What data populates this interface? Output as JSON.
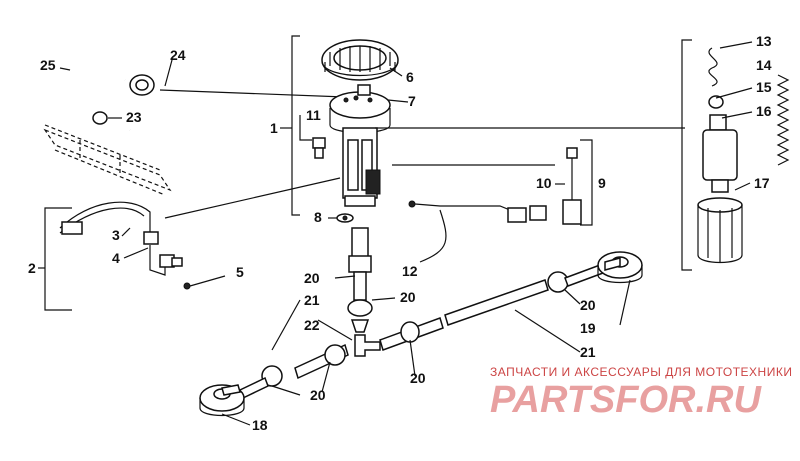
{
  "callouts": [
    {
      "id": "c1",
      "label": "1"
    },
    {
      "id": "c2",
      "label": "2"
    },
    {
      "id": "c3",
      "label": "3"
    },
    {
      "id": "c4",
      "label": "4"
    },
    {
      "id": "c5",
      "label": "5"
    },
    {
      "id": "c6",
      "label": "6"
    },
    {
      "id": "c7",
      "label": "7"
    },
    {
      "id": "c8",
      "label": "8"
    },
    {
      "id": "c9",
      "label": "9"
    },
    {
      "id": "c10",
      "label": "10"
    },
    {
      "id": "c11",
      "label": "11"
    },
    {
      "id": "c12",
      "label": "12"
    },
    {
      "id": "c13",
      "label": "13"
    },
    {
      "id": "c14",
      "label": "14"
    },
    {
      "id": "c15",
      "label": "15"
    },
    {
      "id": "c16",
      "label": "16"
    },
    {
      "id": "c17",
      "label": "17"
    },
    {
      "id": "c18",
      "label": "18"
    },
    {
      "id": "c19",
      "label": "19"
    },
    {
      "id": "c20a",
      "label": "20"
    },
    {
      "id": "c20b",
      "label": "20"
    },
    {
      "id": "c20c",
      "label": "20"
    },
    {
      "id": "c20d",
      "label": "20"
    },
    {
      "id": "c20e",
      "label": "20"
    },
    {
      "id": "c21a",
      "label": "21"
    },
    {
      "id": "c21b",
      "label": "21"
    },
    {
      "id": "c22",
      "label": "22"
    },
    {
      "id": "c23",
      "label": "23"
    },
    {
      "id": "c24",
      "label": "24"
    },
    {
      "id": "c25",
      "label": "25"
    }
  ],
  "watermark": {
    "tagline": "ЗАПЧАСТИ И АКСЕССУАРЫ ДЛЯ МОТОТЕХНИКИ",
    "brand": "PARTSFOR.RU"
  },
  "colors": {
    "line": "#111111",
    "watermark_text": "#cc4444",
    "watermark_brand": "#e8a0a0"
  }
}
